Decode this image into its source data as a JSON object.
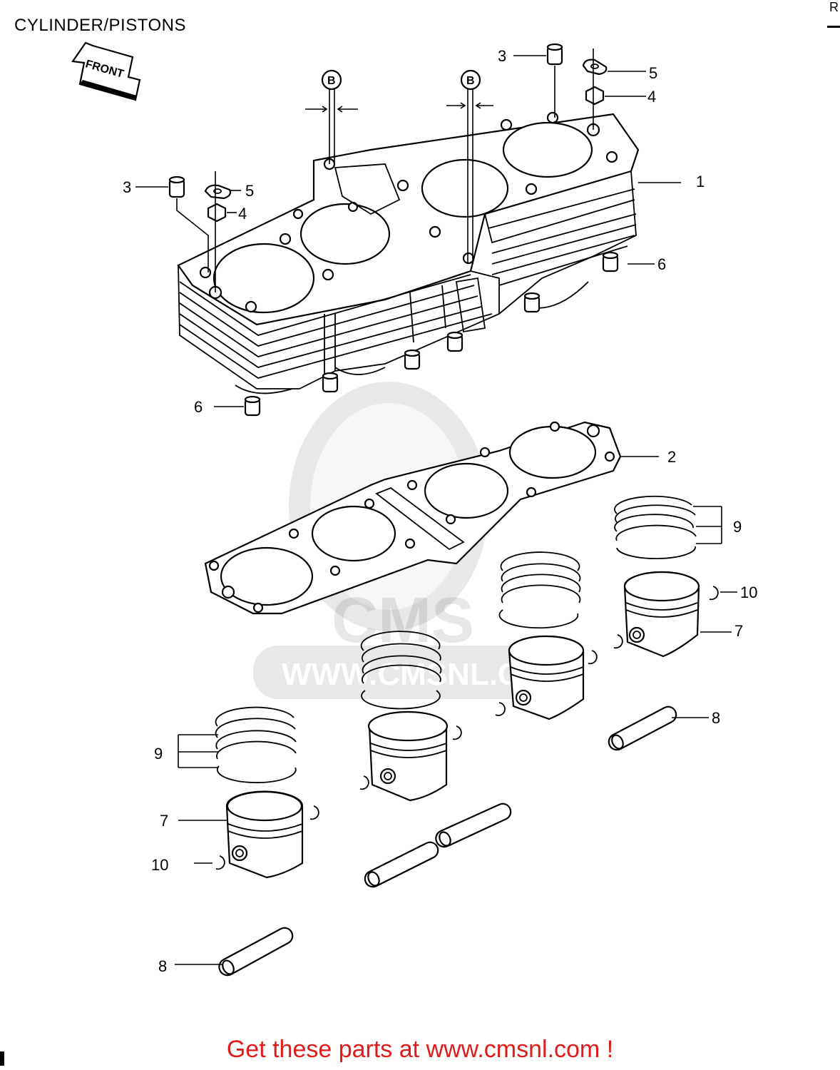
{
  "page": {
    "title": "CYLINDER/PISTONS",
    "corner_text": "R",
    "footer": "Get these parts at www.cmsnl.com !",
    "front_label": "FRONT",
    "watermark": "CMS",
    "watermark_url": "WWW.CMSNL.COM"
  },
  "callouts": {
    "c1": "1",
    "c2": "2",
    "c3a": "3",
    "c3b": "3",
    "c4a": "4",
    "c4b": "4",
    "c5a": "5",
    "c5b": "5",
    "c6a": "6",
    "c6b": "6",
    "c7a": "7",
    "c7b": "7",
    "c8a": "8",
    "c8b": "8",
    "c9a": "9",
    "c9b": "9",
    "c10a": "10",
    "c10b": "10",
    "bolt_a": "B",
    "bolt_b": "B"
  },
  "colors": {
    "footer": "#e01b1b",
    "lines": "#000000",
    "background": "#ffffff"
  }
}
